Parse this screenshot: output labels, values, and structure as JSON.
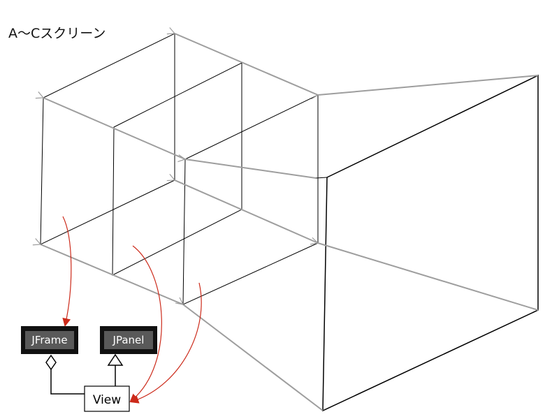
{
  "title": "A〜Cスクリーン",
  "uml": {
    "jframe_label": "JFrame",
    "jpanel_label": "JPanel",
    "view_label": "View"
  },
  "colors": {
    "outline": "#000000",
    "projection": "#9e9e9e",
    "mapping_arrow": "#cc2a1a",
    "class_box_dark": "#595959",
    "class_box_border": "#111111"
  },
  "icons": {
    "composition": "diamond-icon",
    "inheritance": "hollow-triangle-icon"
  }
}
